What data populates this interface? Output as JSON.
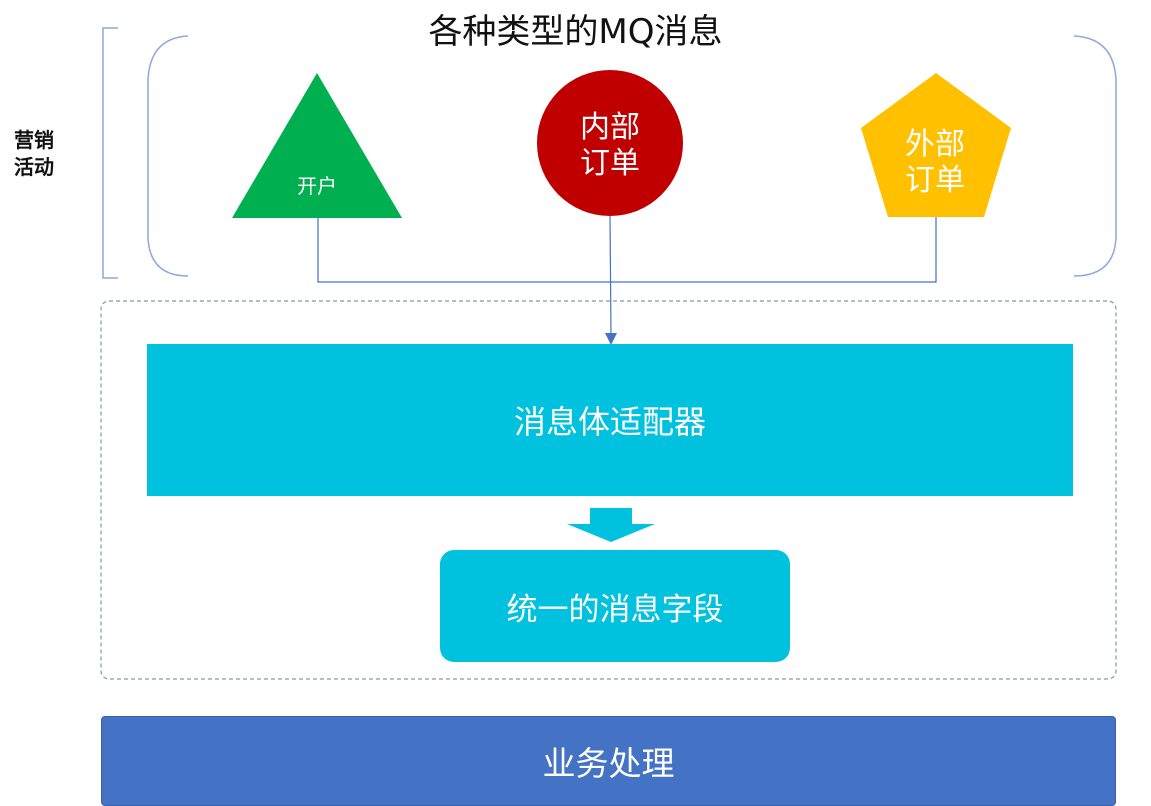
{
  "title": "各种类型的MQ消息",
  "side_label": [
    "营销",
    "活动"
  ],
  "sources": [
    {
      "label": "开户",
      "shape": "triangle",
      "color": "#00b050"
    },
    {
      "label_lines": [
        "内部",
        "订单"
      ],
      "shape": "circle",
      "color": "#c00000"
    },
    {
      "label_lines": [
        "外部",
        "订单"
      ],
      "shape": "pentagon",
      "color": "#ffc000"
    }
  ],
  "adapter": {
    "label": "消息体适配器",
    "color": "#00c2df"
  },
  "unified": {
    "label": "统一的消息字段",
    "color": "#00c2df"
  },
  "business": {
    "label": "业务处理",
    "color": "#4472c4"
  },
  "colors": {
    "connector": "#4472c4",
    "bracket": "#8ea9db",
    "dashed_border": "#8497b0"
  }
}
